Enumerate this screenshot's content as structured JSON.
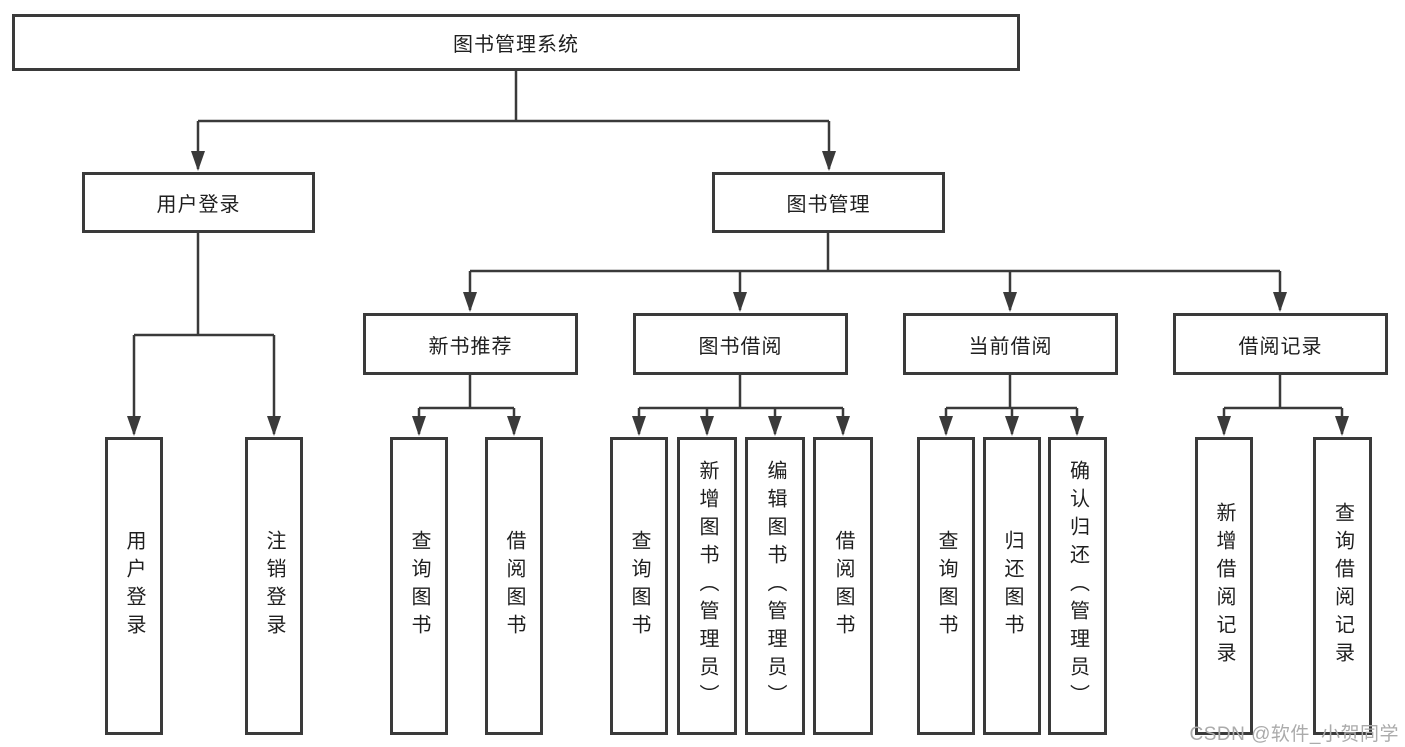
{
  "tree": {
    "root": {
      "label": "图书管理系统",
      "children": [
        {
          "label": "用户登录",
          "children": [
            {
              "label": "用户登录"
            },
            {
              "label": "注销登录"
            }
          ]
        },
        {
          "label": "图书管理",
          "children": [
            {
              "label": "新书推荐",
              "children": [
                {
                  "label": "查询图书"
                },
                {
                  "label": "借阅图书"
                }
              ]
            },
            {
              "label": "图书借阅",
              "children": [
                {
                  "label": "查询图书"
                },
                {
                  "label": "新增图书（管理员）"
                },
                {
                  "label": "编辑图书（管理员）"
                },
                {
                  "label": "借阅图书"
                }
              ]
            },
            {
              "label": "当前借阅",
              "children": [
                {
                  "label": "查询图书"
                },
                {
                  "label": "归还图书"
                },
                {
                  "label": "确认归还（管理员）"
                }
              ]
            },
            {
              "label": "借阅记录",
              "children": [
                {
                  "label": "新增借阅记录"
                },
                {
                  "label": "查询借阅记录"
                }
              ]
            }
          ]
        }
      ]
    }
  },
  "watermark": {
    "text": "CSDN @软件_小贺同学"
  },
  "colors": {
    "line": "#3a3a3a",
    "text": "#1f1f1f",
    "watermark": "#ababab",
    "background": "#ffffff"
  }
}
